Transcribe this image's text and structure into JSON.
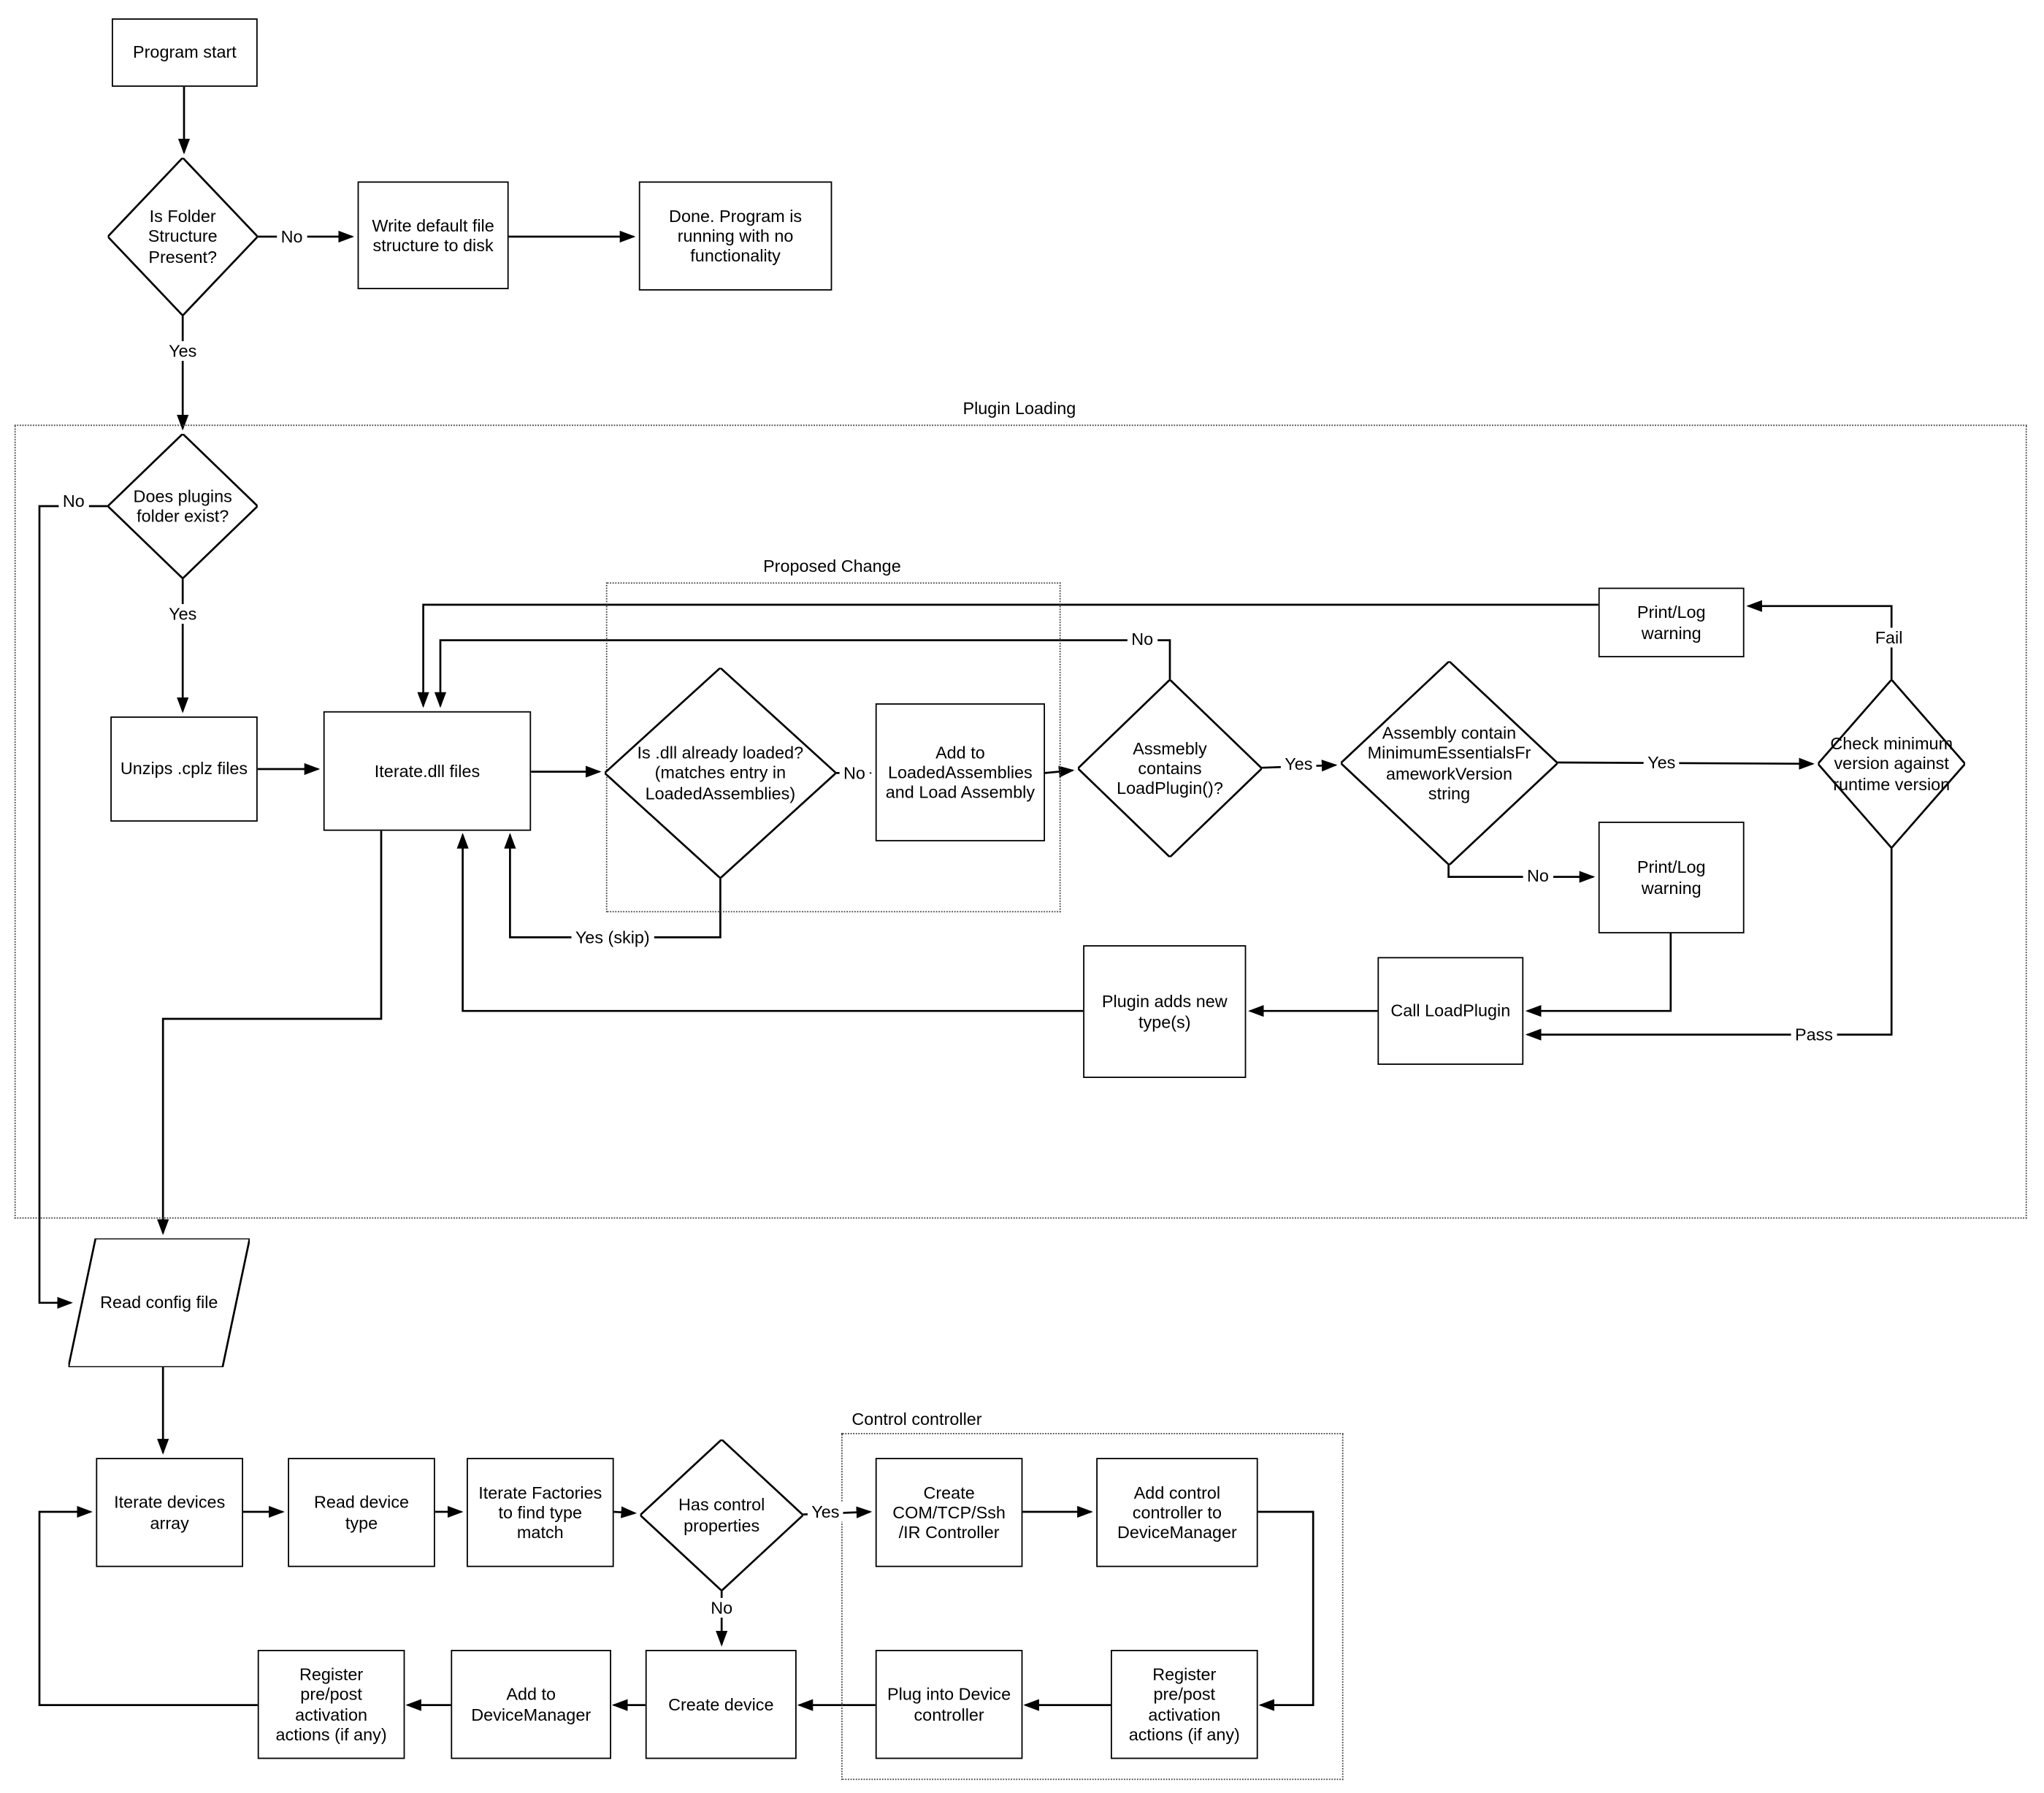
{
  "diagram": {
    "groups": {
      "plugin_loading": "Plugin Loading",
      "proposed_change": "Proposed Change",
      "control_controller": "Control controller"
    },
    "nodes": {
      "program_start": "Program start",
      "is_folder_structure": "Is Folder Structure Present?",
      "write_default": "Write default file structure to disk",
      "done_no_functionality": "Done.  Program is running with no functionality",
      "does_plugins_exist": "Does plugins folder exist?",
      "unzips_cplz": "Unzips .cplz files",
      "iterate_dll": "Iterate.dll files",
      "is_dll_loaded": "Is .dll already loaded? (matches entry in LoadedAssemblies)",
      "add_to_loaded": "Add to LoadedAssemblies and Load Assembly",
      "assembly_contains_loadplugin": "Assmebly contains LoadPlugin()?",
      "assembly_contains_minver": "Assembly contain MinimumEssentialsFrameworkVersion string",
      "check_min_version": "Check minimum version against runtime version",
      "printlog_warning_top": "Print/Log warning",
      "printlog_warning_bottom": "Print/Log warning",
      "call_loadplugin": "Call LoadPlugin",
      "plugin_adds_types": "Plugin adds new type(s)",
      "read_config": "Read config file",
      "iterate_devices": "Iterate devices array",
      "read_device_type": "Read device type",
      "iterate_factories": "Iterate Factories to find type match",
      "has_control_props": "Has control properties",
      "create_controller": "Create COM/TCP/Ssh /IR Controller",
      "add_control_controller": "Add control controller to DeviceManager",
      "register_prepost_control": "Register pre/post activation actions (if any)",
      "plug_into_device": "Plug into Device controller",
      "create_device": "Create device",
      "add_to_devicemanager": "Add to DeviceManager",
      "register_prepost_device": "Register pre/post activation actions (if any)"
    },
    "edge_labels": {
      "folder_no": "No",
      "folder_yes": "Yes",
      "plugins_no": "No",
      "plugins_yes": "Yes",
      "dll_loaded_no": "No",
      "dll_loaded_yes_skip": "Yes (skip)",
      "loadplugin_yes": "Yes",
      "loadplugin_no": "No",
      "minver_yes": "Yes",
      "minver_no": "No",
      "version_fail": "Fail",
      "version_pass": "Pass",
      "control_yes": "Yes",
      "control_no": "No"
    }
  }
}
